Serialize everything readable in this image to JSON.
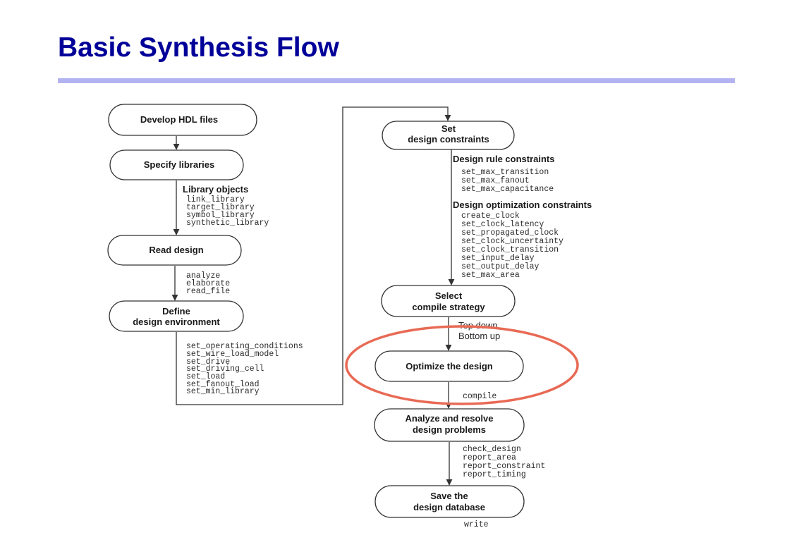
{
  "slide": {
    "title": "Basic Synthesis Flow"
  },
  "colors": {
    "title": "#000099",
    "rule": "#b3b3f2",
    "highlight": "#e86a55",
    "stroke": "#333333"
  },
  "flow": {
    "left": {
      "develop_hdl": [
        "Develop HDL files"
      ],
      "specify_libraries": [
        "Specify libraries"
      ],
      "library_objects_header": "Library objects",
      "library_objects": [
        "link_library",
        "target_library",
        "symbol_library",
        "synthetic_library"
      ],
      "read_design": [
        "Read design"
      ],
      "read_commands": [
        "analyze",
        "elaborate",
        "read_file"
      ],
      "define_env": [
        "Define",
        "design environment"
      ],
      "env_commands": [
        "set_operating_conditions",
        "set_wire_load_model",
        "set_drive",
        "set_driving_cell",
        "set_load",
        "set_fanout_load",
        "set_min_library"
      ]
    },
    "right": {
      "set_constraints": [
        "Set",
        "design constraints"
      ],
      "design_rule_header": "Design rule constraints",
      "design_rule_commands": [
        "set_max_transition",
        "set_max_fanout",
        "set_max_capacitance"
      ],
      "design_opt_header": "Design optimization constraints",
      "design_opt_commands": [
        "create_clock",
        "set_clock_latency",
        "set_propagated_clock",
        "set_clock_uncertainty",
        "set_clock_transition",
        "set_input_delay",
        "set_output_delay",
        "set_max_area"
      ],
      "select_strategy": [
        "Select",
        "compile strategy"
      ],
      "strategies": [
        "Top down",
        "Bottom up"
      ],
      "optimize": [
        "Optimize the design"
      ],
      "optimize_commands": [
        "compile"
      ],
      "analyze_resolve": [
        "Analyze and resolve",
        "design problems"
      ],
      "analyze_commands": [
        "check_design",
        "report_area",
        "report_constraint",
        "report_timing"
      ],
      "save": [
        "Save the",
        "design database"
      ],
      "save_commands": [
        "write"
      ]
    }
  }
}
